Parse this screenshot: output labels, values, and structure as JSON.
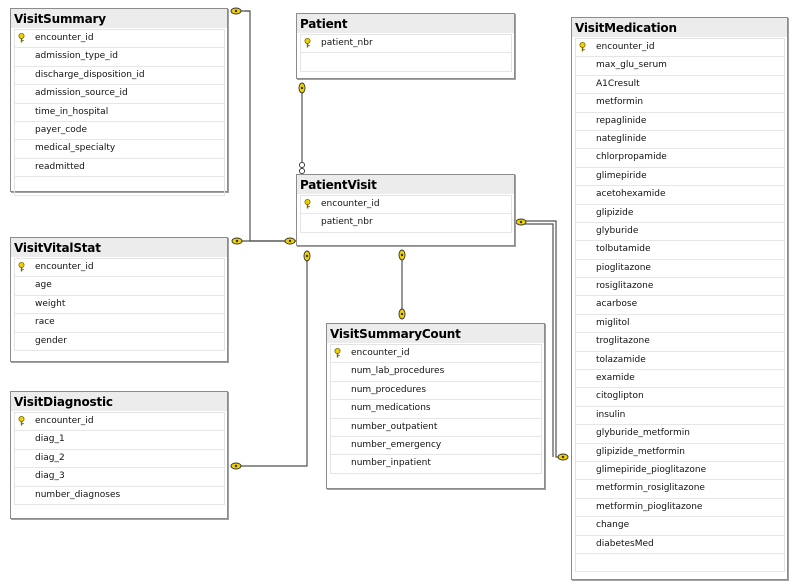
{
  "tables": {
    "visit_summary": {
      "title": "VisitSummary",
      "key": "encounter_id",
      "columns": [
        "admission_type_id",
        "discharge_disposition_id",
        "admission_source_id",
        "time_in_hospital",
        "payer_code",
        "medical_specialty",
        "readmitted"
      ]
    },
    "patient": {
      "title": "Patient",
      "key": "patient_nbr",
      "columns": []
    },
    "visit_medication": {
      "title": "VisitMedication",
      "key": "encounter_id",
      "columns": [
        "max_glu_serum",
        "A1Cresult",
        "metformin",
        "repaglinide",
        "nateglinide",
        "chlorpropamide",
        "glimepiride",
        "acetohexamide",
        "glipizide",
        "glyburide",
        "tolbutamide",
        "pioglitazone",
        "rosiglitazone",
        "acarbose",
        "miglitol",
        "troglitazone",
        "tolazamide",
        "examide",
        "citoglipton",
        "insulin",
        "glyburide_metformin",
        "glipizide_metformin",
        "glimepiride_pioglitazone",
        "metformin_rosiglitazone",
        "metformin_pioglitazone",
        "change",
        "diabetesMed"
      ]
    },
    "patient_visit": {
      "title": "PatientVisit",
      "key": "encounter_id",
      "columns": [
        "patient_nbr"
      ]
    },
    "visit_vital_stat": {
      "title": "VisitVitalStat",
      "key": "encounter_id",
      "columns": [
        "age",
        "weight",
        "race",
        "gender"
      ]
    },
    "visit_summary_count": {
      "title": "VisitSummaryCount",
      "key": "encounter_id",
      "columns": [
        "num_lab_procedures",
        "num_procedures",
        "num_medications",
        "number_outpatient",
        "number_emergency",
        "number_inpatient"
      ]
    },
    "visit_diagnostic": {
      "title": "VisitDiagnostic",
      "key": "encounter_id",
      "columns": [
        "diag_1",
        "diag_2",
        "diag_3",
        "number_diagnoses"
      ]
    }
  },
  "colors": {
    "title_bg": "#ececec",
    "border": "#8c8c8c",
    "key_icon": "#f0d000",
    "line": "#505050"
  },
  "icons": {
    "primary_key": "key-icon",
    "relationship_end": "key-end-icon"
  }
}
